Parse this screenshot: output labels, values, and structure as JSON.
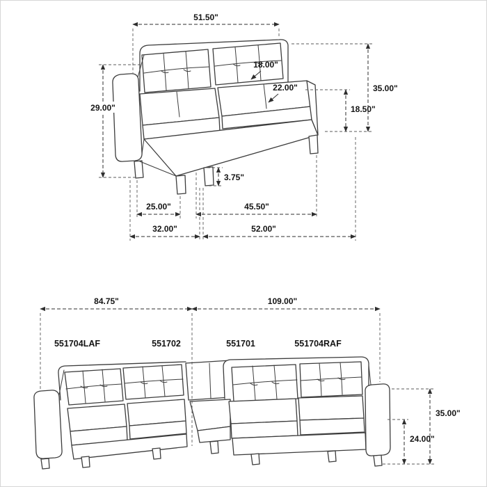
{
  "colors": {
    "line": "#3c3c3c",
    "dim": "#2e2e2e",
    "text": "#141414",
    "background": "#ffffff"
  },
  "sofa": {
    "dim_top_width": "51.50\"",
    "dim_back_cushion": "18.00\"",
    "dim_seat_depth": "22.00\"",
    "dim_overall_height": "35.00\"",
    "dim_back_height": "29.00\"",
    "dim_seat_height": "18.50\"",
    "dim_leg_height": "3.75\"",
    "dim_arm_depth": "25.00\"",
    "dim_seat_width": "45.50\"",
    "dim_overall_depth": "32.00\"",
    "dim_overall_width": "52.00\""
  },
  "sectional": {
    "dim_left_width": "84.75\"",
    "dim_right_width": "109.00\"",
    "dim_overall_height": "35.00\"",
    "dim_arm_height": "24.00\"",
    "sku_laf": "551704LAF",
    "sku_armless": "551702",
    "sku_corner": "551701",
    "sku_raf": "551704RAF"
  }
}
